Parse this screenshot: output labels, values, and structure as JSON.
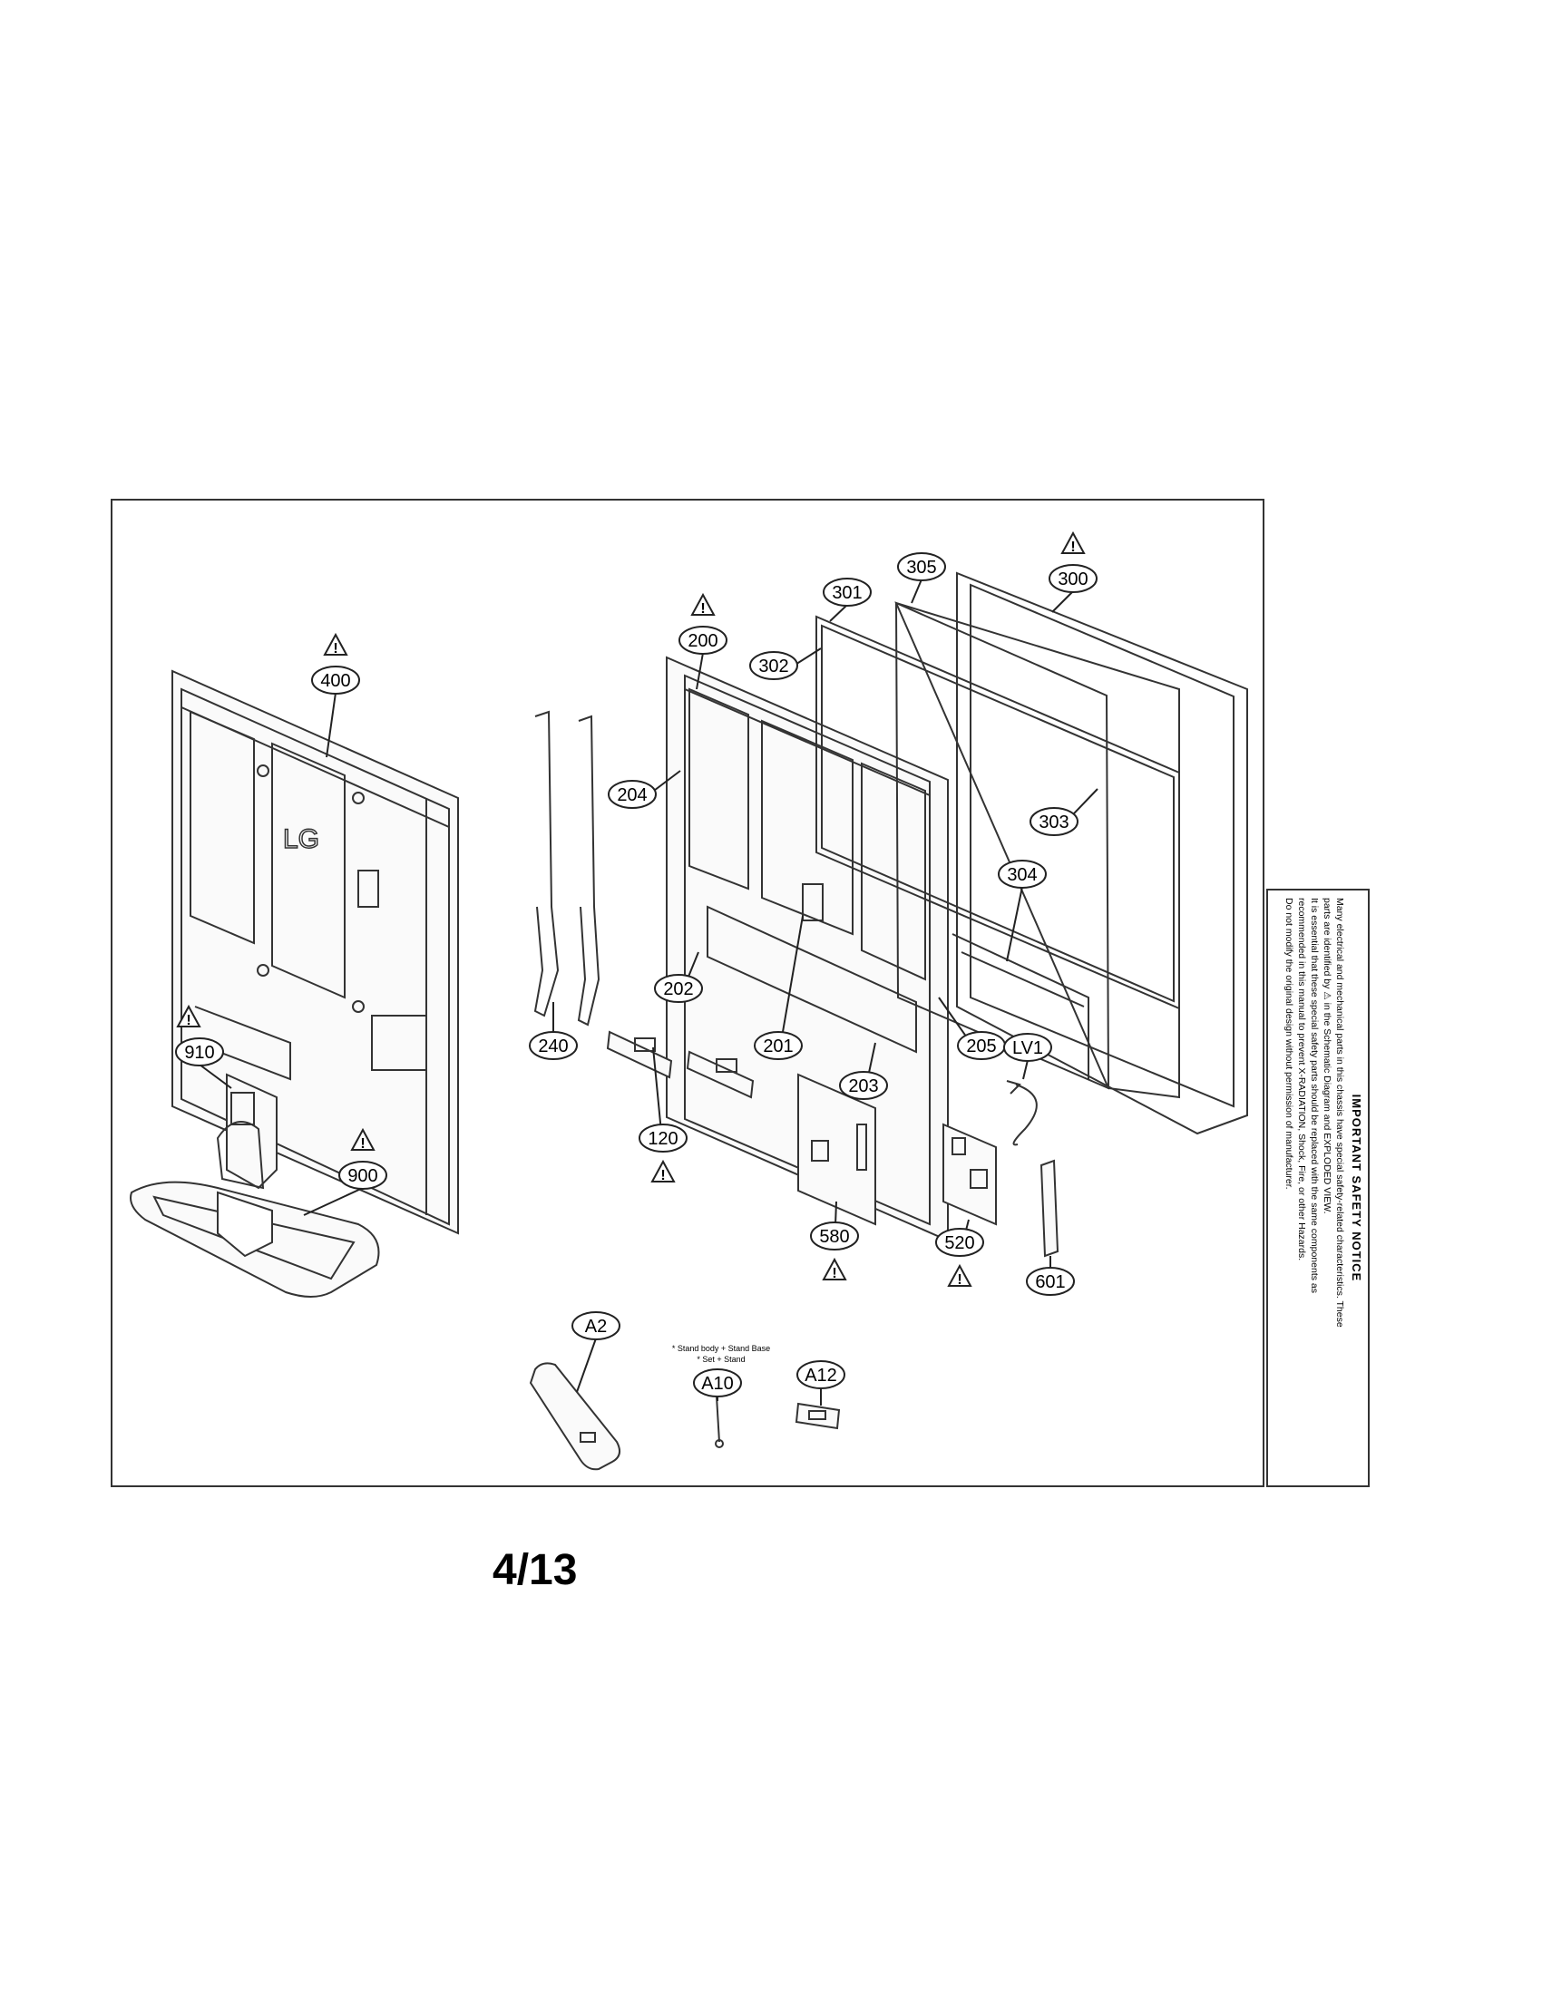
{
  "diagram": {
    "callouts": [
      {
        "id": "c400",
        "label": "400",
        "warn": true
      },
      {
        "id": "c240",
        "label": "240",
        "warn": false
      },
      {
        "id": "c200",
        "label": "200",
        "warn": true
      },
      {
        "id": "c204",
        "label": "204",
        "warn": false
      },
      {
        "id": "c202",
        "label": "202",
        "warn": false
      },
      {
        "id": "c201",
        "label": "201",
        "warn": false
      },
      {
        "id": "c203",
        "label": "203",
        "warn": false
      },
      {
        "id": "c205",
        "label": "205",
        "warn": false
      },
      {
        "id": "c301",
        "label": "301",
        "warn": false
      },
      {
        "id": "c302",
        "label": "302",
        "warn": false
      },
      {
        "id": "c305",
        "label": "305",
        "warn": false
      },
      {
        "id": "c300",
        "label": "300",
        "warn": true
      },
      {
        "id": "c303",
        "label": "303",
        "warn": false
      },
      {
        "id": "c304",
        "label": "304",
        "warn": false
      },
      {
        "id": "c910",
        "label": "910",
        "warn": true
      },
      {
        "id": "c900",
        "label": "900",
        "warn": true
      },
      {
        "id": "c120",
        "label": "120",
        "warn": true
      },
      {
        "id": "c580",
        "label": "580",
        "warn": true
      },
      {
        "id": "c520",
        "label": "520",
        "warn": true
      },
      {
        "id": "cLV1",
        "label": "LV1",
        "warn": false
      },
      {
        "id": "c601",
        "label": "601",
        "warn": false
      },
      {
        "id": "cA2",
        "label": "A2",
        "warn": false
      },
      {
        "id": "cA10",
        "label": "A10",
        "warn": false
      },
      {
        "id": "cA12",
        "label": "A12",
        "warn": false
      }
    ],
    "stand_note": {
      "line1": "* Stand body + Stand Base",
      "line2": "* Set + Stand"
    },
    "logo_text": "LG"
  },
  "safety_notice": {
    "title": "IMPORTANT SAFETY NOTICE",
    "lines": [
      "Many electrical and mechanical parts in this chassis have special safety-related characteristics. These",
      "parts are identified by ⚠ in the Schematic Diagram and EXPLODED VIEW.",
      "It is essential that these special safety parts should be replaced with the same components as",
      "recommended in this manual to prevent X-RADIATION, Shock, Fire, or other Hazards.",
      "Do not modify the original design without permission of manufacturer."
    ]
  },
  "page_number": "4/13"
}
